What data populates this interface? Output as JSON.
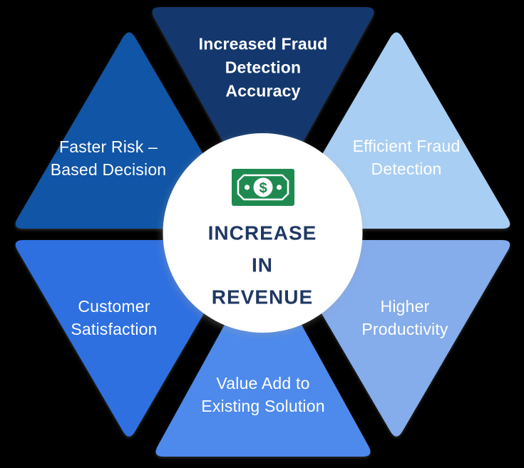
{
  "background_color": "#000000",
  "center": {
    "title": "INCREASE\nIN\nREVENUE",
    "title_color": "#1F3864",
    "circle_color": "#FFFFFF",
    "icon": {
      "name": "money-bill-icon",
      "symbol": "$",
      "color": "#1E8A50",
      "detail_color": "#FFFFFF"
    }
  },
  "segments": [
    {
      "id": "increased-fraud-detection-accuracy",
      "position": "top",
      "label": "Increased Fraud\nDetection\nAccuracy",
      "color": "#14386E",
      "text_color": "#FFFFFF"
    },
    {
      "id": "efficient-fraud-detection",
      "position": "top-right",
      "label": "Efficient Fraud\nDetection",
      "color": "#A9CEF3",
      "text_color": "#FFFFFF"
    },
    {
      "id": "higher-productivity",
      "position": "bottom-right",
      "label": "Higher\nProductivity",
      "color": "#85ACEB",
      "text_color": "#FFFFFF"
    },
    {
      "id": "value-add-to-existing-solution",
      "position": "bottom",
      "label": "Value Add to\nExisting Solution",
      "color": "#4E8AEC",
      "text_color": "#FFFFFF"
    },
    {
      "id": "customer-satisfaction",
      "position": "bottom-left",
      "label": "Customer\nSatisfaction",
      "color": "#2F70E1",
      "text_color": "#FFFFFF"
    },
    {
      "id": "faster-risk-based-decision",
      "position": "top-left",
      "label": "Faster Risk –\nBased Decision",
      "color": "#1155A6",
      "text_color": "#FFFFFF"
    }
  ]
}
